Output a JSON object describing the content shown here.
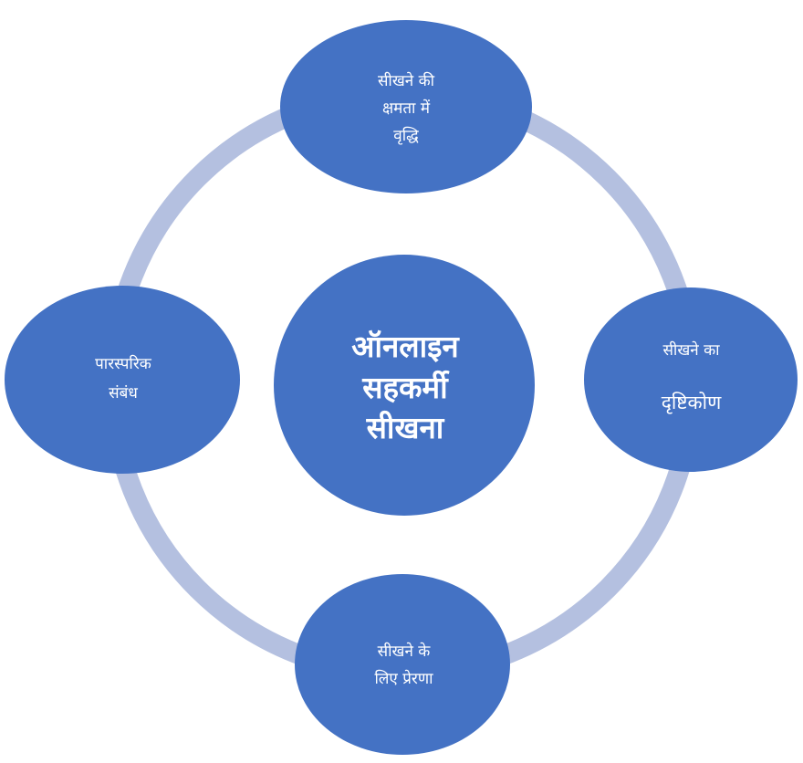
{
  "colors": {
    "node_fill": "#4472c4",
    "ring": "#b4c0e0",
    "text": "#ffffff",
    "background": "#ffffff"
  },
  "diagram": {
    "center": "ऑनलाइन\nसहकर्मी\nसीखना",
    "top": "सीखने की\nक्षमता में\nवृद्धि",
    "right": {
      "line1": "सीखने का",
      "line2": "दृष्टिकोण"
    },
    "bottom": "सीखने के\nलिए प्रेरणा",
    "left": "पारस्परिक\nसंबंध"
  }
}
